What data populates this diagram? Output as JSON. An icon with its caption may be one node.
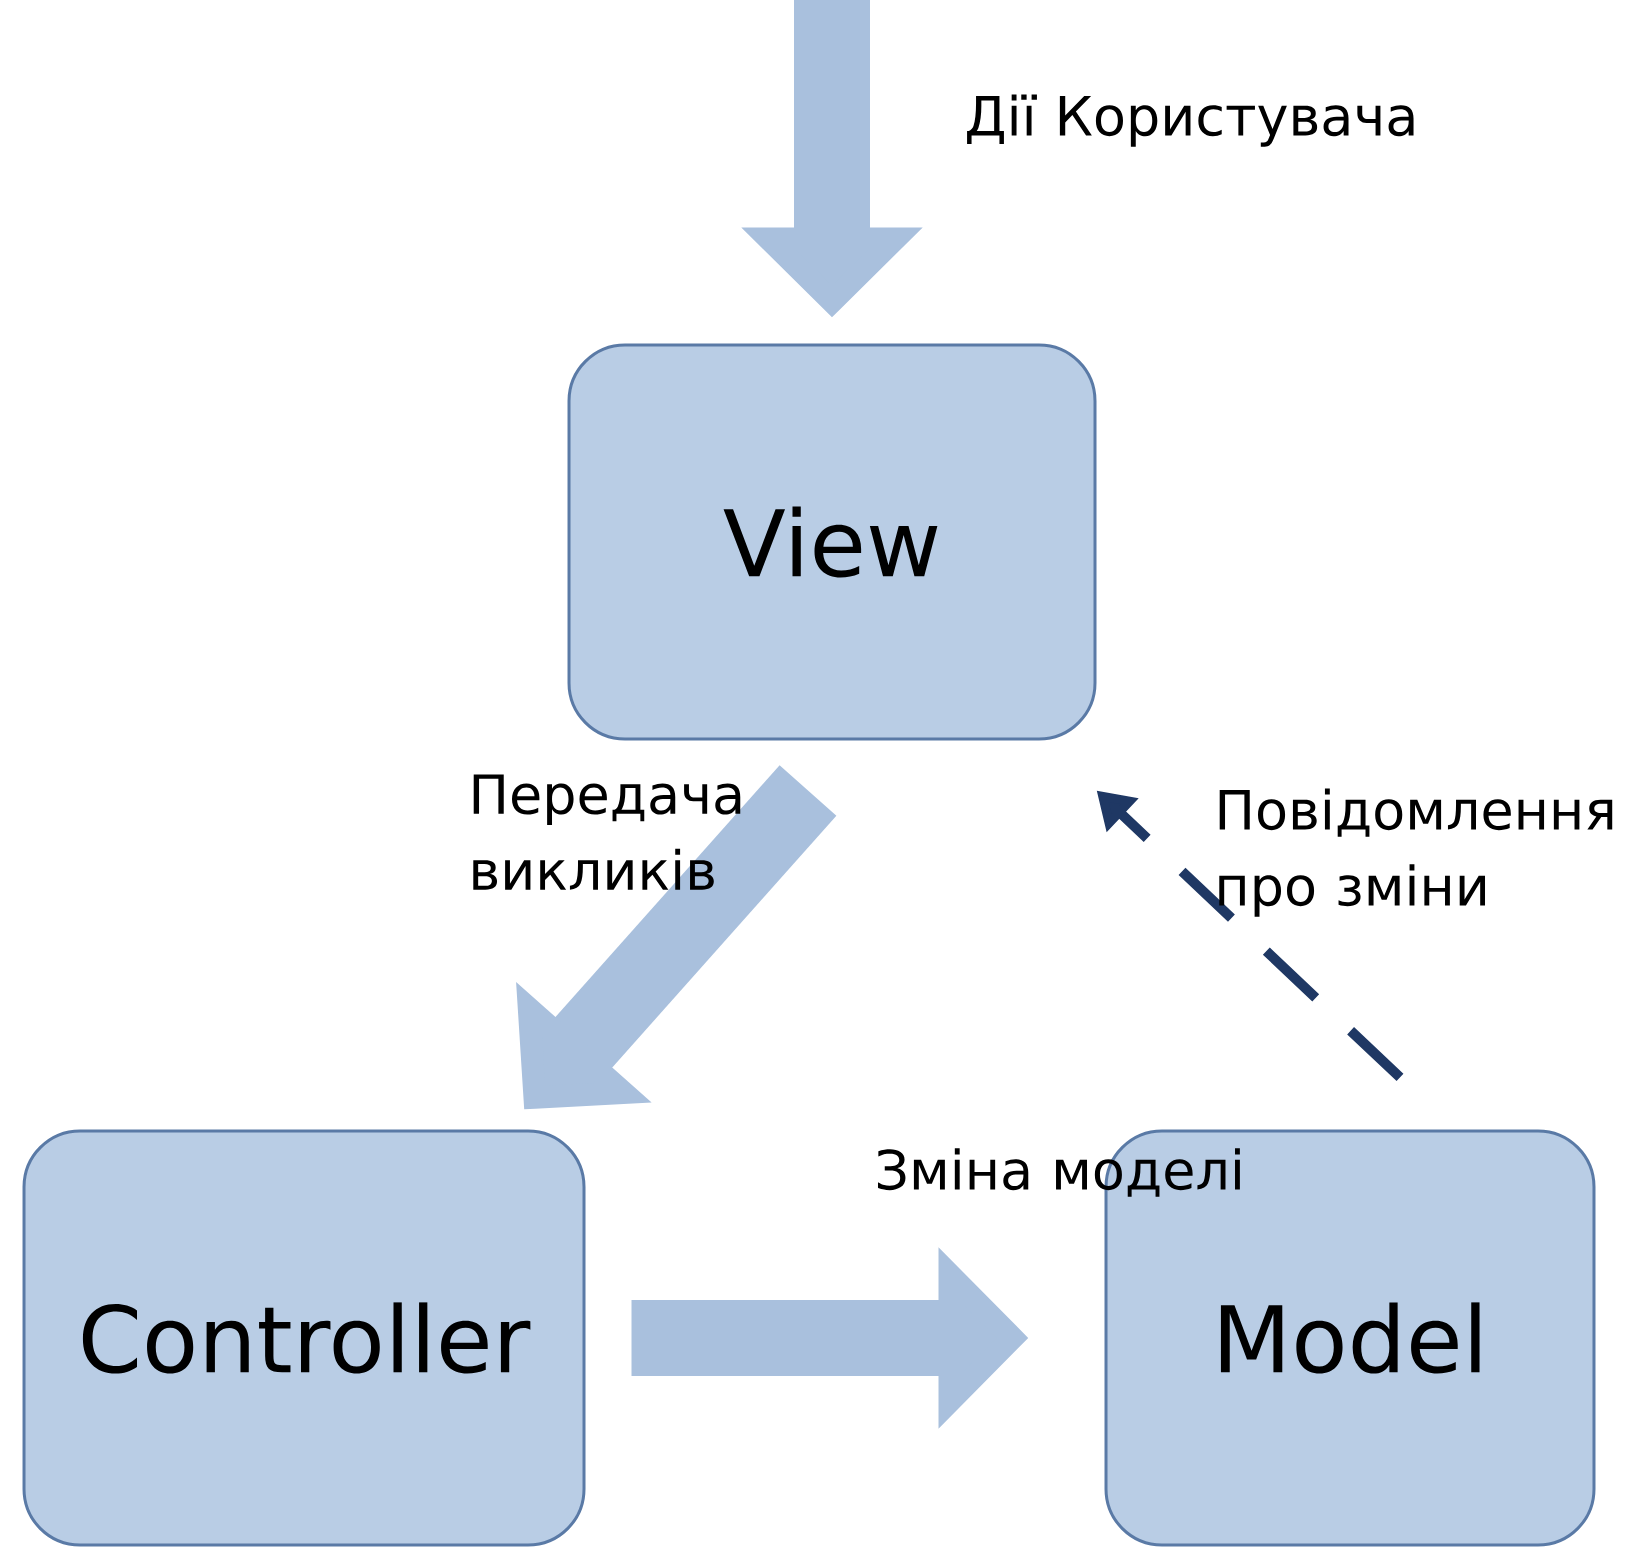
{
  "diagram": {
    "nodes": [
      {
        "text": [
          "View"
        ]
      },
      {
        "text": [
          "Controller"
        ]
      },
      {
        "text": [
          "Model"
        ]
      }
    ],
    "edges": [
      {
        "from": null,
        "to": 0,
        "arrow": "to",
        "label": "Дії Користувача"
      },
      {
        "from": 0,
        "to": 1,
        "arrow": "to",
        "label": "Передача викликів"
      },
      {
        "from": 1,
        "to": 2,
        "arrow": "to",
        "label": "Зміна моделі"
      },
      {
        "from": 2,
        "to": 0,
        "arrow": "to",
        "label": "Повідомлення про зміни",
        "style": "dashed",
        "color": "#1f3864"
      }
    ]
  }
}
